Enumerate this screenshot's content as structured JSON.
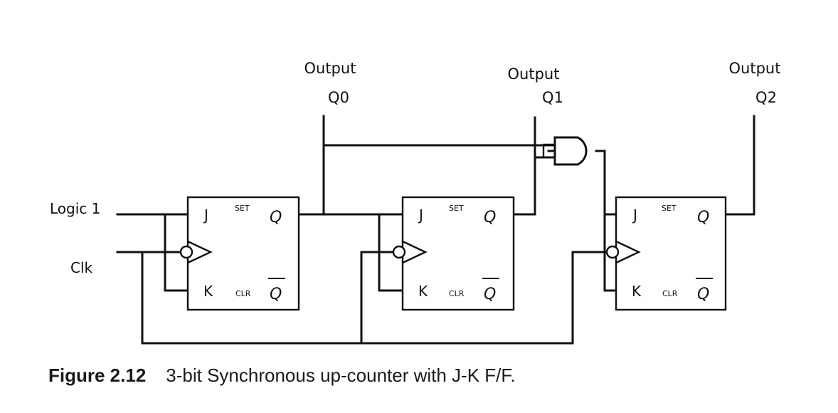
{
  "outputs": [
    {
      "title": "Output",
      "name": "Q0"
    },
    {
      "title": "Output",
      "name": "Q1"
    },
    {
      "title": "Output",
      "name": "Q2"
    }
  ],
  "inputs": {
    "logic1": "Logic 1",
    "clk": "Clk"
  },
  "flipflop_pins": {
    "j": "J",
    "k": "K",
    "set": "SET",
    "clr": "CLR",
    "q": "Q",
    "qbar": "Q"
  },
  "caption": {
    "number": "Figure 2.12",
    "text": "3-bit Synchronous up-counter with J-K F/F."
  }
}
